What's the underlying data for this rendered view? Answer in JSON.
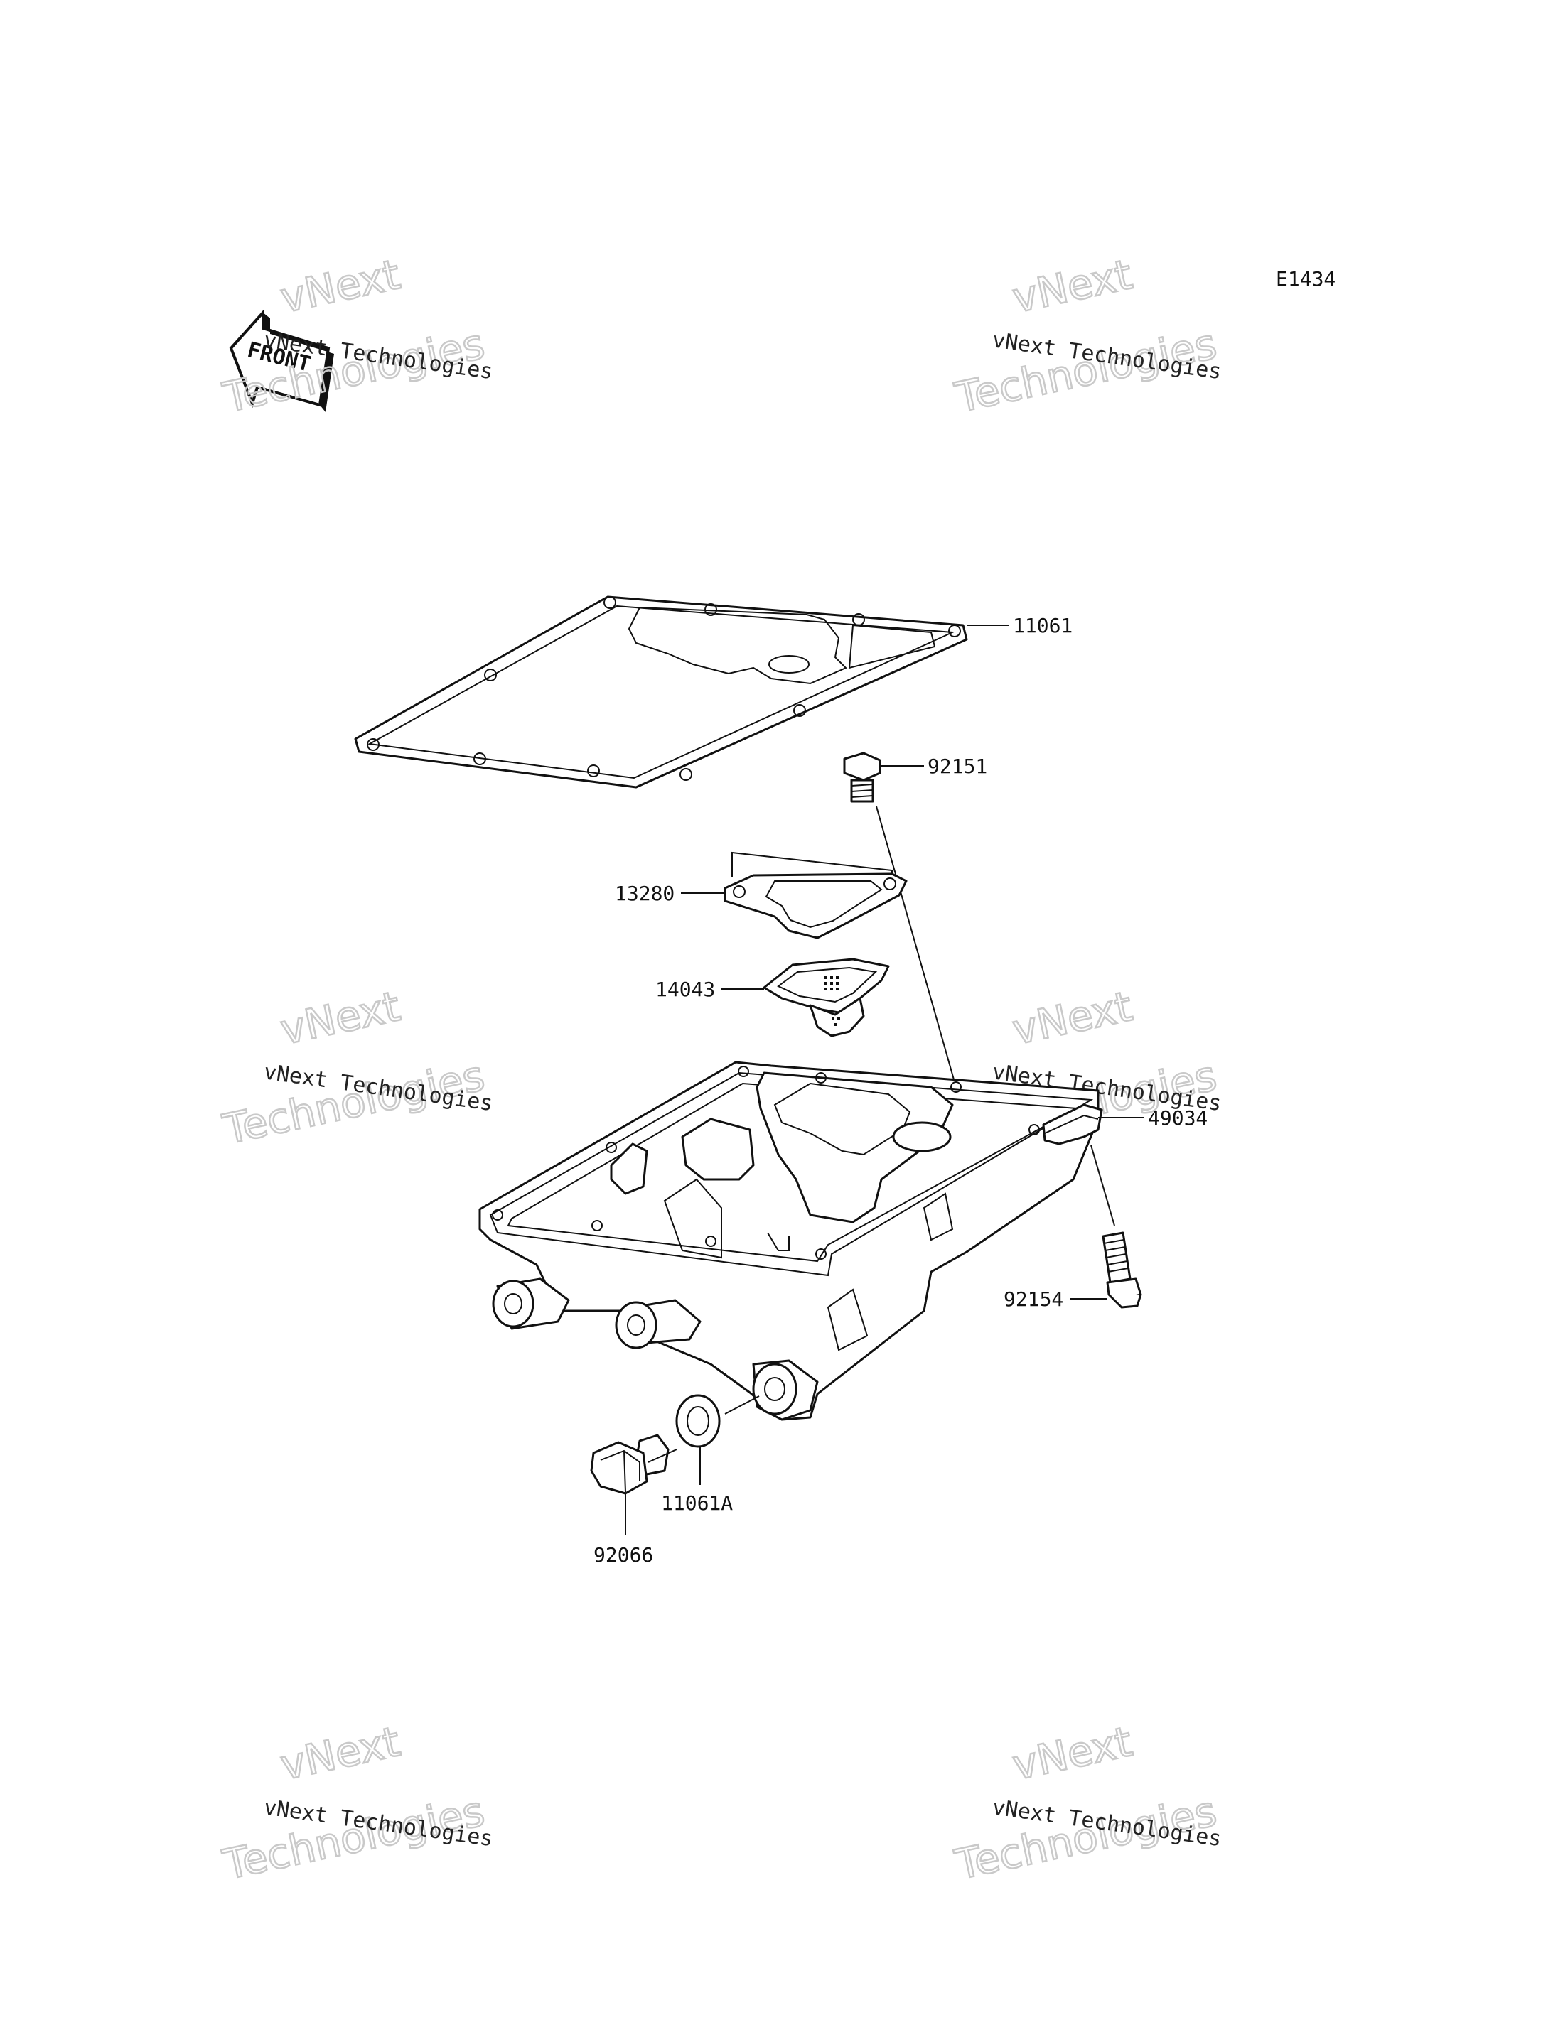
{
  "diagram": {
    "code": "E1434",
    "front_label": "FRONT",
    "watermark": {
      "line1": "vNext Technologies",
      "line2a": "vNext",
      "line2b": "Technologies"
    },
    "parts": {
      "p11061": "11061",
      "p92151": "92151",
      "p13280": "13280",
      "p14043": "14043",
      "p49034": "49034",
      "p92154": "92154",
      "p11061A": "11061A",
      "p92066": "92066"
    }
  }
}
